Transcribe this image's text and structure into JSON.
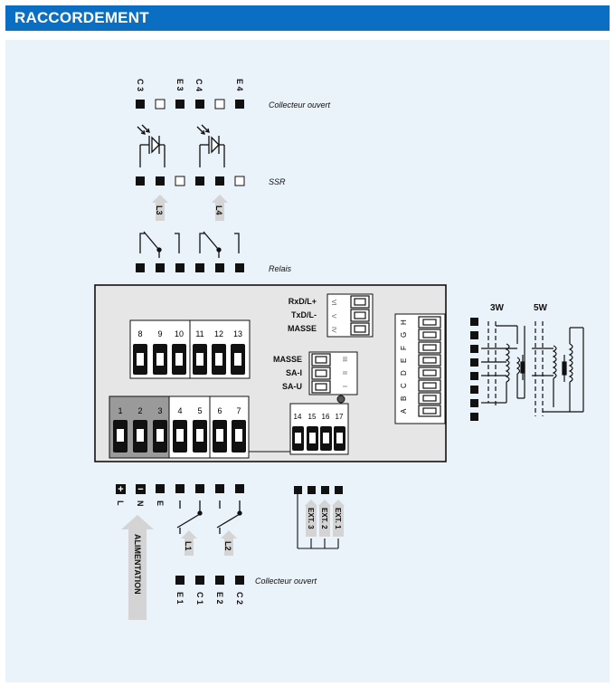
{
  "header": {
    "title": "RACCORDEMENT"
  },
  "colors": {
    "header_bg": "#0a6fc2",
    "panel_bg": "#eaf2fa",
    "arrow_fill": "#d4d4d4"
  },
  "top": {
    "open_collector_labels": [
      "C 3",
      "E 3",
      "C 4",
      "E 4"
    ],
    "open_collector_caption": "Collecteur ouvert",
    "ssr_caption": "SSR",
    "relay_caption": "Relais",
    "arrow_labels": [
      "L3",
      "L4"
    ]
  },
  "board": {
    "comm_labels": [
      "RxD/L+",
      "TxD/L-",
      "MASSE"
    ],
    "comm_pin_labels": [
      "VI",
      "V",
      "IV"
    ],
    "analog_labels": [
      "MASSE",
      "SA-I",
      "SA-U"
    ],
    "analog_pin_labels": [
      "III",
      "II",
      "I"
    ],
    "terminals_top": [
      "8",
      "9",
      "10",
      "11",
      "12",
      "13"
    ],
    "terminals_power": [
      "1",
      "2",
      "3",
      "4",
      "5",
      "6",
      "7"
    ],
    "terminals_ext": [
      "14",
      "15",
      "16",
      "17"
    ],
    "sensor_letters": [
      "A",
      "B",
      "C",
      "D",
      "E",
      "F",
      "G",
      "H"
    ]
  },
  "sensor": {
    "labels": [
      "3W",
      "5W"
    ]
  },
  "bottom": {
    "power_labels": [
      "L",
      "N",
      "E"
    ],
    "power_symbols": [
      "+",
      "−"
    ],
    "relay_labels": [
      "L1",
      "L2"
    ],
    "power_arrow_label": "ALIMENTATION",
    "ext_labels": [
      "EXT. 3",
      "EXT. 2",
      "EXT. 1"
    ],
    "open_collector_labels": [
      "E 1",
      "C 1",
      "E 2",
      "C 2"
    ],
    "open_collector_caption": "Collecteur ouvert"
  }
}
